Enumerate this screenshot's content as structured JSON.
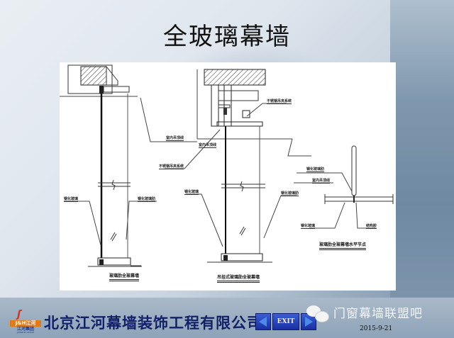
{
  "slide": {
    "title": "全玻璃幕墙"
  },
  "drawing": {
    "left_detail": {
      "caption": "玻璃肋全玻幕墙",
      "labels": [
        "室内吊顶线",
        "钢化玻璃",
        "钢化玻璃肋"
      ]
    },
    "middle_detail": {
      "caption": "吊挂式玻璃肋全玻幕墙",
      "labels": [
        "不锈钢吊夹系统",
        "室内吊顶线",
        "不锈钢吊夹系统",
        "钢化玻璃",
        "钢化玻璃肋"
      ]
    },
    "right_detail": {
      "caption": "玻璃肋全玻幕墙水平节点",
      "labels": [
        "钢化玻璃肋",
        "室内吊顶线",
        "钢化玻璃",
        "结构胶"
      ]
    }
  },
  "footer": {
    "logo_badge": "J&H江河",
    "logo_sub": "江河集团",
    "logo_sub2": "JIANGHE GROUP",
    "company": "北京江河幕墙装饰工程有限公司",
    "nav_exit": "EXIT",
    "watermark": "门窗幕墙联盟吧",
    "date": "2015-9-21"
  }
}
